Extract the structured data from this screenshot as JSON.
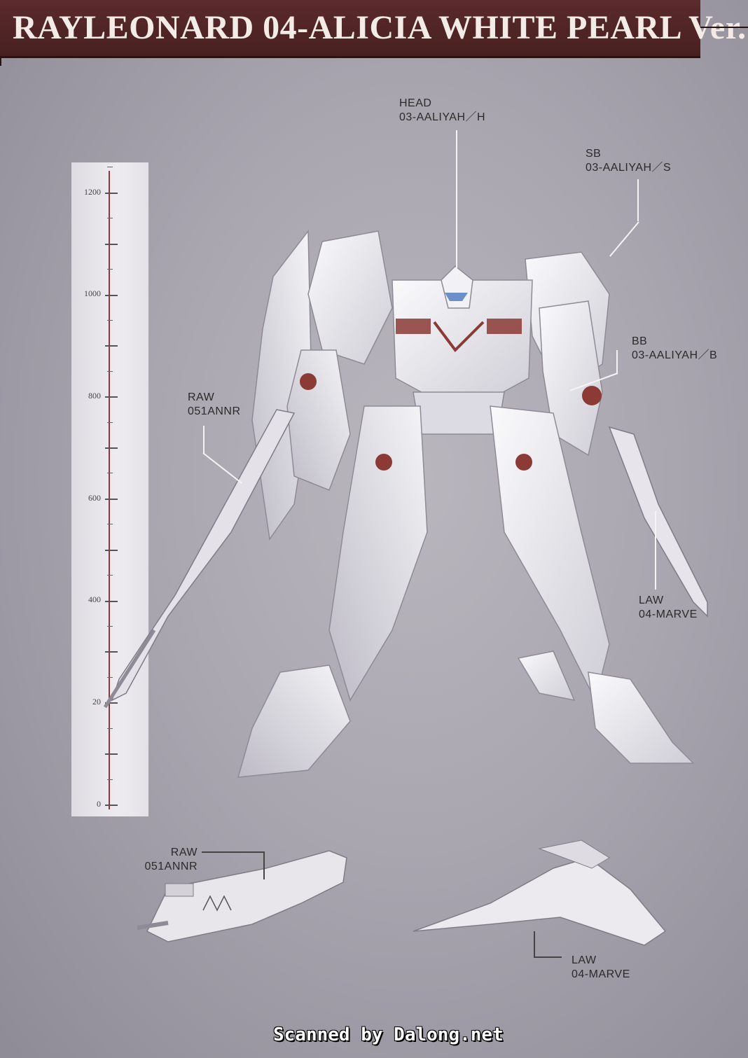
{
  "title": "RAYLEONARD 04-ALICIA WHITE PEARL Ver.",
  "ruler": {
    "labels": [
      "1200",
      "1000",
      "800",
      "600",
      "400",
      "20",
      "0"
    ]
  },
  "callouts": {
    "head": {
      "name": "HEAD",
      "part": "03-AALIYAH／H"
    },
    "sb": {
      "name": "SB",
      "part": "03-AALIYAH／S"
    },
    "bb": {
      "name": "BB",
      "part": "03-AALIYAH／B"
    },
    "raw_main": {
      "name": "RAW",
      "part": "051ANNR"
    },
    "law_main": {
      "name": "LAW",
      "part": "04-MARVE"
    },
    "raw_detail": {
      "name": "RAW",
      "part": "051ANNR"
    },
    "law_detail": {
      "name": "LAW",
      "part": "04-MARVE"
    }
  },
  "watermark": "Scanned by Dalong.net",
  "colors": {
    "title_bg": "#4f2425",
    "accent": "#8b3a36",
    "armor": "#eeeef2"
  }
}
